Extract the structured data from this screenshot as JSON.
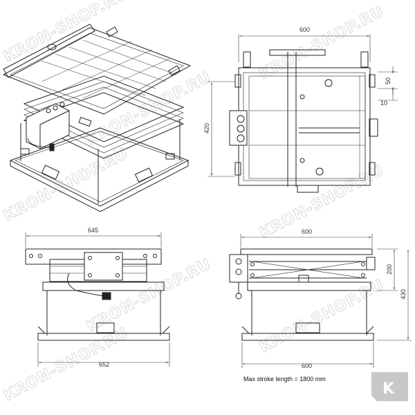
{
  "watermark": "KRON-SHOP.RU",
  "logo_letter": "K",
  "note": "Max stroke length = 1800 mm",
  "top_view": {
    "width": "600",
    "depth": "420",
    "offset_a": "50",
    "offset_b": "10"
  },
  "front_view": {
    "overall_width": "645",
    "base_width": "652"
  },
  "side_view": {
    "top_width": "600",
    "lift_height": "200",
    "overall_height": "430",
    "base_width": "600"
  },
  "colors": {
    "line": "#222222",
    "watermark": "#d9d9d9",
    "logo": "#c8c8c8"
  }
}
